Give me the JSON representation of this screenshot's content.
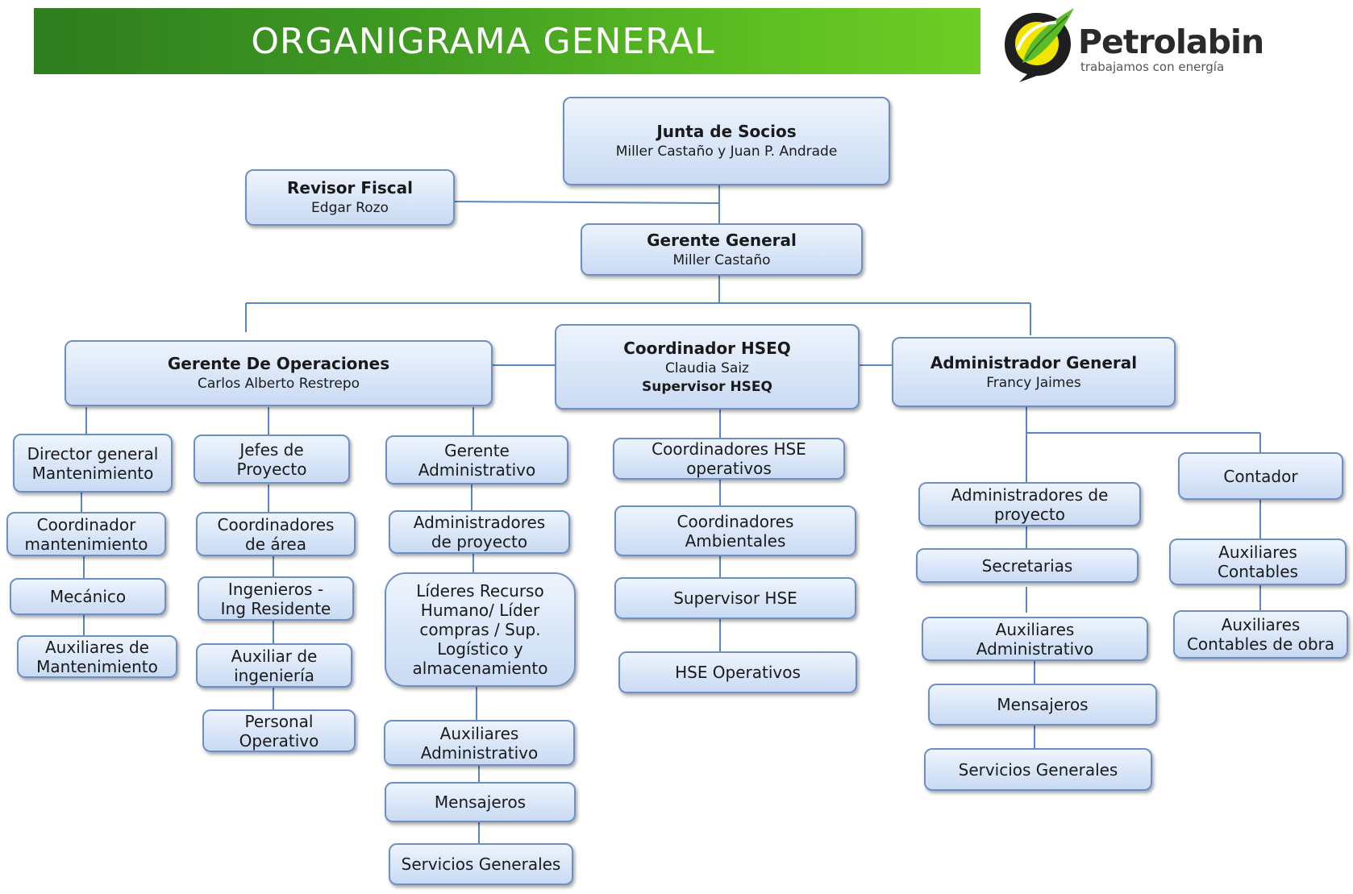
{
  "header": {
    "title": "ORGANIGRAMA GENERAL",
    "brand_colors": {
      "banner_dark": "#2f7d1f",
      "banner_light": "#6fcd25"
    }
  },
  "logo": {
    "name": "Petrolabin",
    "tagline": "trabajamos con energía",
    "icon": "leaf-drop-icon"
  },
  "org": {
    "junta": {
      "title": "Junta de Socios",
      "subtitle": "Miller Castaño y Juan P. Andrade"
    },
    "revisor": {
      "title": "Revisor Fiscal",
      "subtitle": "Edgar Rozo"
    },
    "gerente_general": {
      "title": "Gerente General",
      "subtitle": "Miller Castaño"
    },
    "gerente_operaciones": {
      "title": "Gerente De Operaciones",
      "subtitle": "Carlos Alberto Restrepo"
    },
    "coordinador_hseq": {
      "title": "Coordinador  HSEQ",
      "subtitle": "Claudia Saiz",
      "extra": "Supervisor HSEQ"
    },
    "administrador_general": {
      "title": "Administrador  General",
      "subtitle": "Francy Jaimes"
    },
    "director_mantenimiento": "Director general\nMantenimiento",
    "coordinador_mantenimiento": "Coordinador\nmantenimiento",
    "mecanico": "Mecánico",
    "auxiliares_mantenimiento": "Auxiliares de\nMantenimiento",
    "jefes_proyecto": "Jefes de\nProyecto",
    "coordinadores_area": "Coordinadores\nde área",
    "ingenieros": "Ingenieros -\nIng Residente",
    "auxiliar_ingenieria": "Auxiliar de\ningeniería",
    "personal_operativo": "Personal\nOperativo",
    "gerente_administrativo": "Gerente\nAdministrativo",
    "admins_proyecto_ops": "Administradores\nde proyecto",
    "lideres": "Líderes Recurso\nHumano/ Líder\ncompras /  Sup.\nLogístico y\nalmacenamiento",
    "auxiliares_admin_ops": "Auxiliares\nAdministrativo",
    "mensajeros_ops": "Mensajeros",
    "servicios_ops": "Servicios Generales",
    "coord_hse_operativos": "Coordinadores HSE\noperativos",
    "coord_ambientales": "Coordinadores\nAmbientales",
    "supervisor_hse": "Supervisor HSE",
    "hse_operativos": "HSE Operativos",
    "admins_proyecto_adm": "Administradores de\nproyecto",
    "secretarias": "Secretarias",
    "auxiliares_admin_adm": "Auxiliares\nAdministrativo",
    "mensajeros_adm": "Mensajeros",
    "servicios_adm": "Servicios Generales",
    "contador": "Contador",
    "auxiliares_contables": "Auxiliares\nContables",
    "auxiliares_contables_obra": "Auxiliares\nContables de obra"
  }
}
